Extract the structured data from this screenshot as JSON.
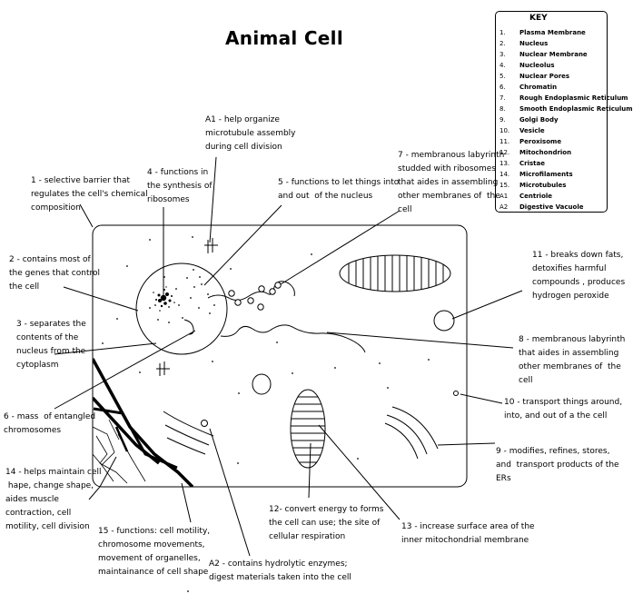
{
  "title": "Animal Cell",
  "key": {
    "heading": "KEY",
    "items": [
      {
        "num": "1.",
        "label": "Plasma Membrane"
      },
      {
        "num": "2.",
        "label": "Nucleus"
      },
      {
        "num": "3.",
        "label": "Nuclear Membrane"
      },
      {
        "num": "4.",
        "label": "Nucleolus"
      },
      {
        "num": "5.",
        "label": "Nuclear Pores"
      },
      {
        "num": "6.",
        "label": "Chromatin"
      },
      {
        "num": "7.",
        "label": "Rough Endoplasmic Reticulum"
      },
      {
        "num": "8.",
        "label": "Smooth Endoplasmic Reticulum"
      },
      {
        "num": "9.",
        "label": "Golgi Body"
      },
      {
        "num": "10.",
        "label": "Vesicle"
      },
      {
        "num": "11.",
        "label": "Peroxisome"
      },
      {
        "num": "12.",
        "label": "Mitochondrion"
      },
      {
        "num": "13.",
        "label": "Cristae"
      },
      {
        "num": "14.",
        "label": "Microfilaments"
      },
      {
        "num": "15.",
        "label": "Microtubules"
      },
      {
        "num": "A1",
        "label": "Centriole"
      },
      {
        "num": "A2",
        "label": "Digestive Vacuole"
      }
    ]
  },
  "labels": {
    "l1": "1 - selective barrier that\nregulates the cell's chemical\ncomposition",
    "l2": "2 - contains most of\nthe genes that control\nthe cell",
    "l3": "3 - separates the\ncontents of the\nnucleus from the\ncytoplasm",
    "l4": "4 - functions in\nthe synthesis of\nribosomes",
    "l5": "5 - functions to let things into\nand out  of the nucleus",
    "l6": "6 - mass  of entangled\nchromosomes",
    "l7": "7 - membranous labyrinth\nstudded with ribosomes\nthat aides in assembling\nother membranes of  the\ncell",
    "l8": "8 - membranous labyrinth\nthat aides in assembling\nother membranes of  the\ncell",
    "l9": "9 - modifies, refines, stores,\nand  transport products of the\nERs",
    "l10": "10 - transport things around,\ninto, and out of a the cell",
    "l11": "11 - breaks down fats,\ndetoxifies harmful\ncompounds , produces\nhydrogen peroxide",
    "l12": "12- convert energy to forms\nthe cell can use; the site of\ncellular respiration",
    "l13": "13 - increase surface area of the\ninner mitochondrial membrane",
    "l14": "14 - helps maintain cell\n hape, change shape,\naides muscle\ncontraction, cell\nmotility, cell division",
    "l15": "15 - functions: cell motility,\nchromosome movements,\nmovement of organelles,\nmaintainance of cell shape",
    "lA1": "A1 - help organize\nmicrotubule assembly\nduring cell division",
    "lA2": "A2 - contains hydrolytic enzymes;\ndigest materials taken into the cell"
  }
}
